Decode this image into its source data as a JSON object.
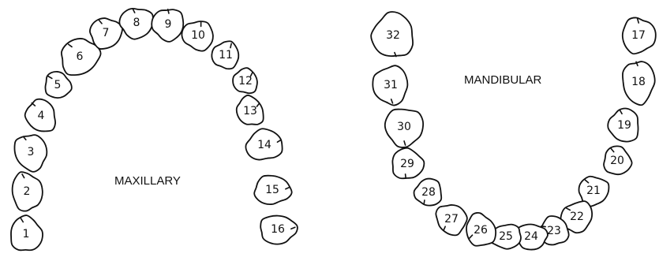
{
  "labels": {
    "maxillary": "MAXILLARY",
    "mandibular": "MANDIBULAR"
  },
  "teeth": [
    {
      "n": "1"
    },
    {
      "n": "2"
    },
    {
      "n": "3"
    },
    {
      "n": "4"
    },
    {
      "n": "5"
    },
    {
      "n": "6"
    },
    {
      "n": "7"
    },
    {
      "n": "8"
    },
    {
      "n": "9"
    },
    {
      "n": "10"
    },
    {
      "n": "11"
    },
    {
      "n": "12"
    },
    {
      "n": "13"
    },
    {
      "n": "14"
    },
    {
      "n": "15"
    },
    {
      "n": "16"
    },
    {
      "n": "17"
    },
    {
      "n": "18"
    },
    {
      "n": "19"
    },
    {
      "n": "20"
    },
    {
      "n": "21"
    },
    {
      "n": "22"
    },
    {
      "n": "23"
    },
    {
      "n": "24"
    },
    {
      "n": "25"
    },
    {
      "n": "26"
    },
    {
      "n": "27"
    },
    {
      "n": "28"
    },
    {
      "n": "29"
    },
    {
      "n": "30"
    },
    {
      "n": "31"
    },
    {
      "n": "32"
    }
  ]
}
